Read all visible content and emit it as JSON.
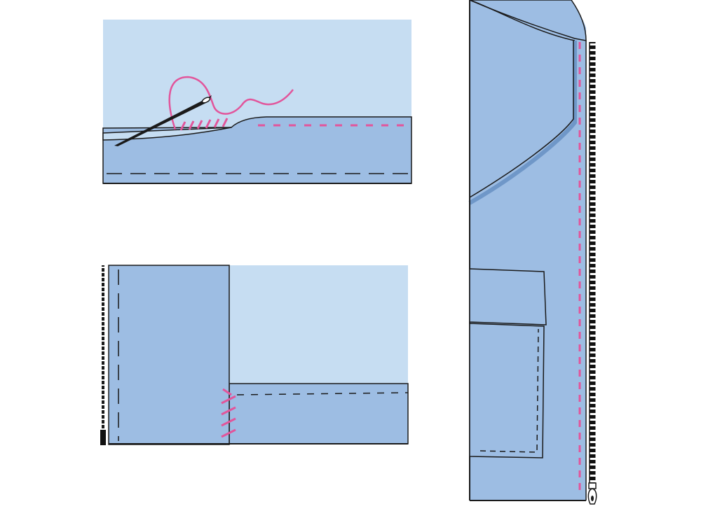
{
  "colors": {
    "background": "#ffffff",
    "fabric_light": "#c6ddf2",
    "fabric_mid": "#9dbde3",
    "fabric_shadow": "#6f97c8",
    "outline": "#1a1a1a",
    "stitch_pink": "#e2559b",
    "zipper_teeth": "#111111"
  },
  "panels": [
    {
      "id": "hand-sewing-hem",
      "icons": [
        "needle-icon",
        "thread-icon"
      ]
    },
    {
      "id": "corner-tack",
      "icons": [
        "zipper-tape-icon"
      ]
    },
    {
      "id": "jacket-front-zipper",
      "icons": [
        "zipper-pull-icon",
        "pocket-icon",
        "collar-icon"
      ]
    }
  ]
}
